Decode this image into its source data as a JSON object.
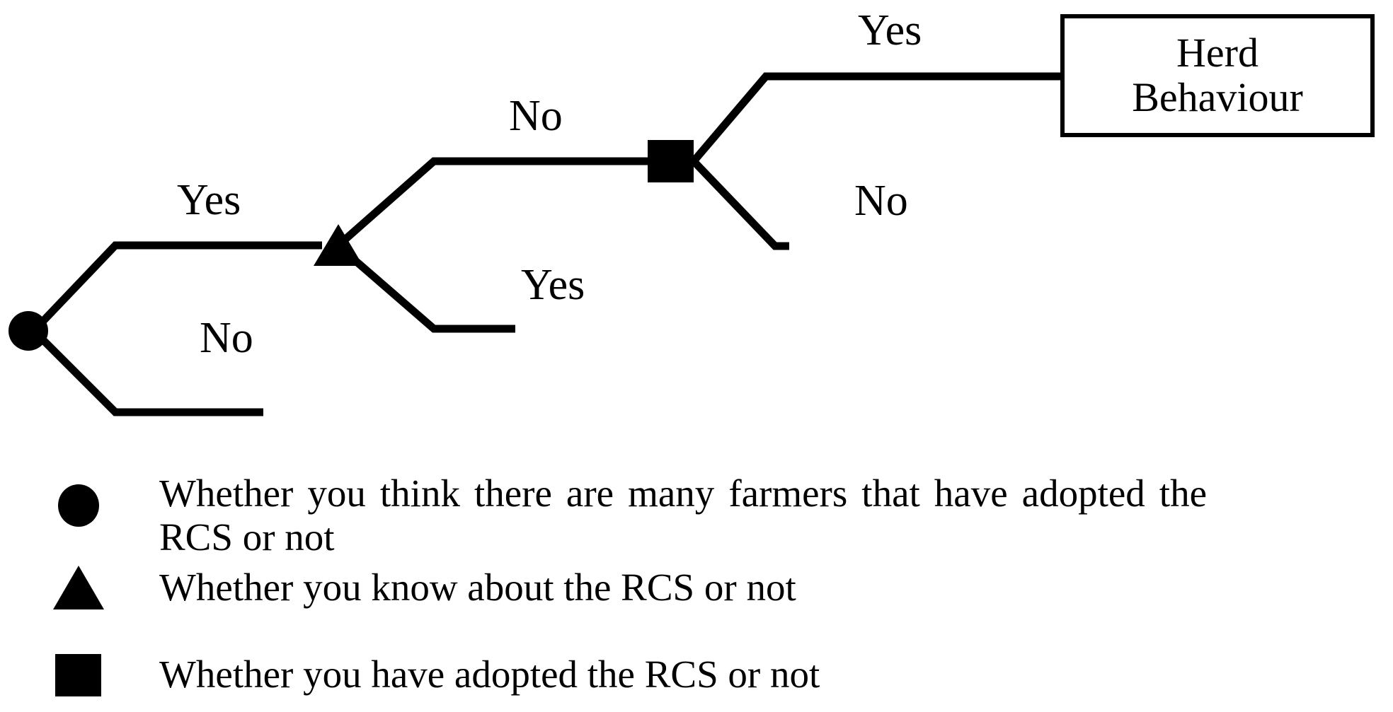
{
  "diagram": {
    "type": "decision-tree",
    "title": "",
    "nodes": [
      {
        "id": "root",
        "shape": "circle",
        "meaning": "Whether you think there are many farmers that have adopted the RCS or not"
      },
      {
        "id": "know-rcs",
        "shape": "triangle",
        "meaning": "Whether you know about the RCS or not"
      },
      {
        "id": "adopted-rcs",
        "shape": "square",
        "meaning": "Whether you have adopted the RCS or not"
      }
    ],
    "branches": [
      {
        "from": "root",
        "label": "Yes",
        "position": "upper",
        "to": "know-rcs"
      },
      {
        "from": "root",
        "label": "No",
        "position": "lower",
        "to": ""
      },
      {
        "from": "know-rcs",
        "label": "No",
        "position": "upper",
        "to": "adopted-rcs"
      },
      {
        "from": "know-rcs",
        "label": "Yes",
        "position": "lower",
        "to": ""
      },
      {
        "from": "adopted-rcs",
        "label": "Yes",
        "position": "upper",
        "to": "outcome"
      },
      {
        "from": "adopted-rcs",
        "label": "No",
        "position": "lower",
        "to": ""
      }
    ],
    "labels": {
      "root_yes": "Yes",
      "root_no": "No",
      "know_no": "No",
      "know_yes": "Yes",
      "adopted_yes": "Yes",
      "adopted_no": "No"
    },
    "outcome": {
      "line1": "Herd",
      "line2": "Behaviour"
    }
  },
  "legend": {
    "items": [
      {
        "icon": "circle",
        "text": "Whether you think there are many farmers that have adopted the RCS or not"
      },
      {
        "icon": "triangle",
        "text": "Whether you know about the RCS or not"
      },
      {
        "icon": "square",
        "text": "Whether you have adopted the RCS or not"
      }
    ]
  },
  "colors": {
    "ink": "#000000",
    "background": "#ffffff"
  }
}
